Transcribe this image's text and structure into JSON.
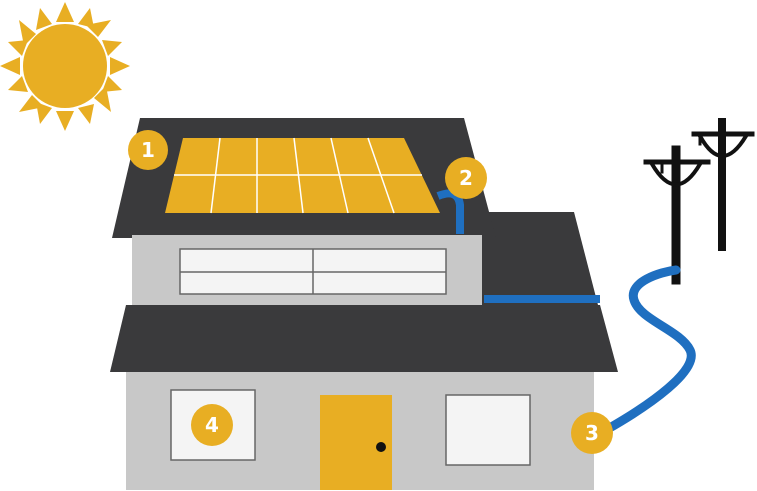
{
  "colors": {
    "sun": "#E8AE23",
    "roof": "#3A3A3C",
    "wall": "#C8C8C8",
    "window_fill": "#F4F4F4",
    "panel": "#E8AE23",
    "cable": "#1F6FC0",
    "pole": "#111111",
    "door": "#E8AE23",
    "badge": "#E8AE23"
  },
  "badges": {
    "b1": "1",
    "b2": "2",
    "b3": "3",
    "b4": "4"
  },
  "icons": {
    "sun": "sun-icon",
    "solar_panel": "solar-panel-icon",
    "utility_pole": "utility-pole-icon",
    "house": "house-icon"
  }
}
